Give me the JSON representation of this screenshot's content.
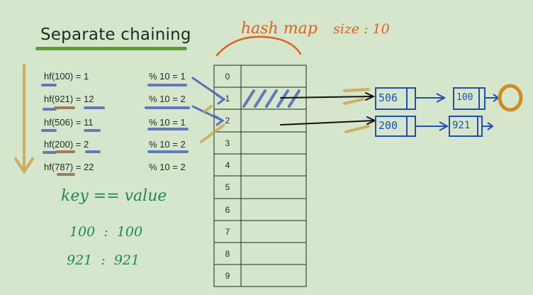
{
  "title": "Separate chaining",
  "header": {
    "hashmap_label": "hash map",
    "size_label": "size : 10"
  },
  "hash_rows": [
    {
      "hf": "hf(100) = 1",
      "mod": "% 10 = 1"
    },
    {
      "hf": "hf(921) = 12",
      "mod": "% 10 = 2"
    },
    {
      "hf": "hf(506) = 11",
      "mod": "% 10 = 1"
    },
    {
      "hf": "hf(200) = 2",
      "mod": "% 10 = 2"
    },
    {
      "hf": "hf(787) = 22",
      "mod": "% 10 = 2"
    }
  ],
  "table_indices": [
    "0",
    "1",
    "2",
    "3",
    "4",
    "5",
    "6",
    "7",
    "8",
    "9"
  ],
  "chain1": [
    "506",
    "100"
  ],
  "chain2": [
    "200",
    "921"
  ],
  "notes": {
    "key_value": "key == value",
    "pair1": "100  :  100",
    "pair2": "921  :  921"
  },
  "colors": {
    "background": "#d6e6cd",
    "orange": "#e0601c",
    "blue": "#1f4fb0",
    "green": "#1f8a4c",
    "highlight": "#5a9f33"
  }
}
